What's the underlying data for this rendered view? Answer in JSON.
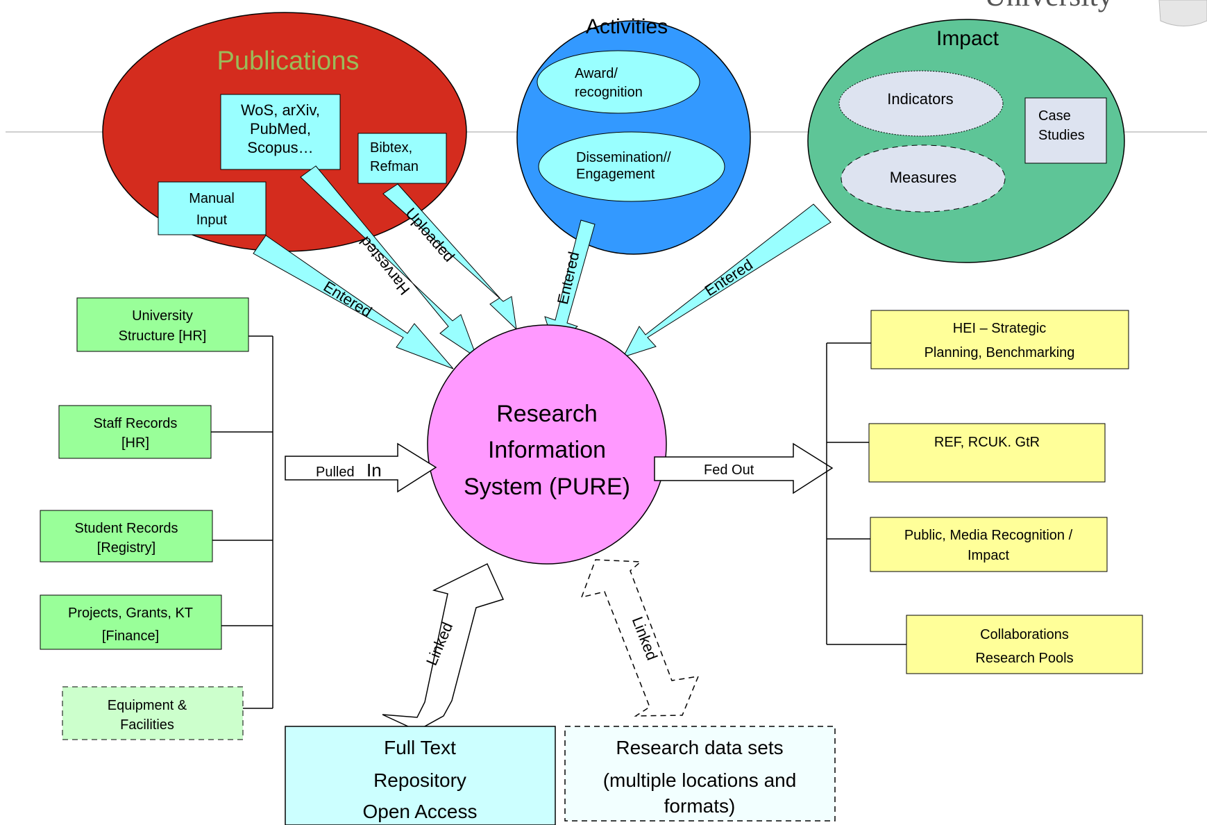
{
  "brand": {
    "partial_text": "University"
  },
  "publications": {
    "title": "Publications",
    "sources": {
      "wos": [
        "WoS, arXiv,",
        "PubMed,",
        "Scopus…"
      ],
      "bibtex": [
        "Bibtex,",
        "Refman"
      ],
      "manual": [
        "Manual",
        "Input"
      ]
    },
    "arrows": {
      "harvested": "Harvested",
      "uploaded": "Uploaded",
      "entered": "Entered"
    }
  },
  "activities": {
    "title": "Activities",
    "award": [
      "Award/",
      "recognition"
    ],
    "dissemination": [
      "Dissemination//",
      "Engagement"
    ],
    "arrow": "Entered"
  },
  "impact": {
    "title": "Impact",
    "indicators": "Indicators",
    "measures": "Measures",
    "case_studies": [
      "Case",
      "Studies"
    ],
    "arrow": "Entered"
  },
  "center": {
    "lines": [
      "Research",
      "Information",
      "System (PURE)"
    ]
  },
  "inputs": {
    "arrow_label": "Pulled",
    "arrow_label_big": "In",
    "items": [
      [
        "University",
        "Structure [HR]"
      ],
      [
        "Staff Records",
        "[HR]"
      ],
      [
        "Student Records",
        "[Registry]"
      ],
      [
        "Projects, Grants, KT",
        "[Finance]"
      ],
      [
        "Equipment &",
        "Facilities"
      ]
    ]
  },
  "outputs": {
    "arrow_label": "Fed Out",
    "items": [
      [
        "HEI – Strategic",
        "Planning, Benchmarking"
      ],
      [
        "REF, RCUK. GtR"
      ],
      [
        "Public, Media Recognition /",
        "Impact"
      ],
      [
        "Collaborations",
        "Research Pools"
      ]
    ]
  },
  "bottom": {
    "linked_left": "Linked",
    "linked_right": "Linked",
    "repository": [
      "Full Text",
      "Repository",
      "Open Access"
    ],
    "datasets": [
      "Research data sets",
      "(multiple locations and",
      "formats)"
    ]
  },
  "colors": {
    "publications": "#d42c1e",
    "publications_title": "#9bbb59",
    "activities": "#3399ff",
    "impact": "#5ec597",
    "center": "#ff99ff",
    "cyan": "#99ffff",
    "green_box": "#99ff99",
    "yellow_box": "#ffff99"
  }
}
